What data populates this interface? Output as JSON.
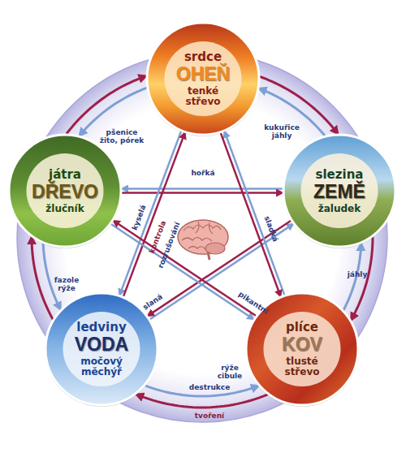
{
  "diagram": {
    "nodes": [
      {
        "text": [
          "srdce",
          "OHEŇ",
          "tenké střevo"
        ]
      },
      {
        "text": [
          "játra",
          "DŘEVO",
          "žlučník"
        ]
      },
      {
        "text": [
          "slezina",
          "ZEMĚ",
          "žaludek"
        ]
      },
      {
        "text": [
          "ledviny",
          "VODA",
          "močový měchýř"
        ]
      },
      {
        "text": [
          "plíce",
          "KOV",
          "tlusté střevo"
        ]
      }
    ],
    "edges": [
      {
        "from": 1,
        "to": 0,
        "arrow": "both",
        "label": "pšenice žito, pórek"
      },
      {
        "from": 0,
        "to": 2,
        "arrow": "both",
        "label": "kukuřice jáhly"
      },
      {
        "from": 2,
        "to": 4,
        "arrow": "both",
        "label": "jáhly"
      },
      {
        "from": 4,
        "to": 3,
        "arrow": "both",
        "label": "rýže cibule"
      },
      {
        "from": 3,
        "to": 1,
        "arrow": "both",
        "label": "fazole rýže"
      },
      {
        "from": 1,
        "to": 2,
        "arrow": "both"
      },
      {
        "from": 2,
        "to": 3,
        "arrow": "both"
      },
      {
        "from": 3,
        "to": 0,
        "arrow": "both"
      },
      {
        "from": 0,
        "to": 4,
        "arrow": "both"
      },
      {
        "from": 4,
        "to": 1,
        "arrow": "both"
      }
    ],
    "labels": [
      "hořká",
      "kyselá",
      "kontrola",
      "rozrušování",
      "sladká",
      "slaná",
      "pikantní",
      "destrukce",
      "tvoření"
    ]
  }
}
